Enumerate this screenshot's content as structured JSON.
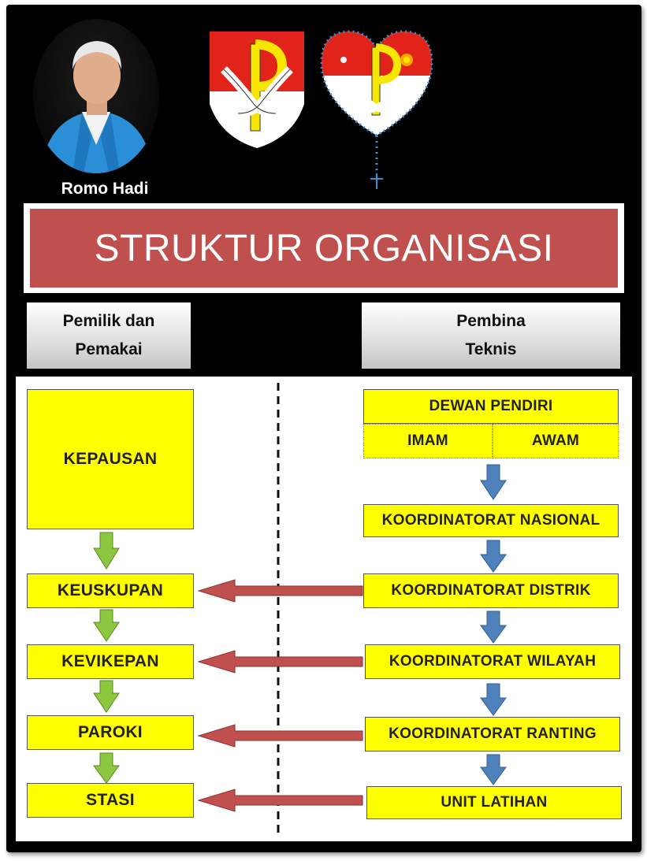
{
  "person": {
    "name": "Romo Hadi"
  },
  "title": "STRUKTUR ORGANISASI",
  "headers": {
    "left": [
      "Pemilik dan",
      "Pemakai"
    ],
    "right": [
      "Pembina",
      "Teknis"
    ]
  },
  "left_boxes": [
    "KEPAUSAN",
    "KEUSKUPAN",
    "KEVIKEPAN",
    "PAROKI",
    "STASI"
  ],
  "right_top": {
    "label": "DEWAN PENDIRI",
    "sub": [
      "IMAM",
      "AWAM"
    ]
  },
  "right_boxes": [
    "KOORDINATORAT NASIONAL",
    "KOORDINATORAT DISTRIK",
    "KOORDINATORAT WILAYAH",
    "KOORDINATORAT RANTING",
    "UNIT LATIHAN"
  ],
  "colors": {
    "box_fill": "#ffff00",
    "title_fill": "#c0504d",
    "left_arrow": "#8dc63f",
    "right_arrow": "#4f81bd",
    "link_arrow": "#c0504d",
    "logo_red": "#e2231a",
    "logo_yellow": "#f7e600"
  }
}
